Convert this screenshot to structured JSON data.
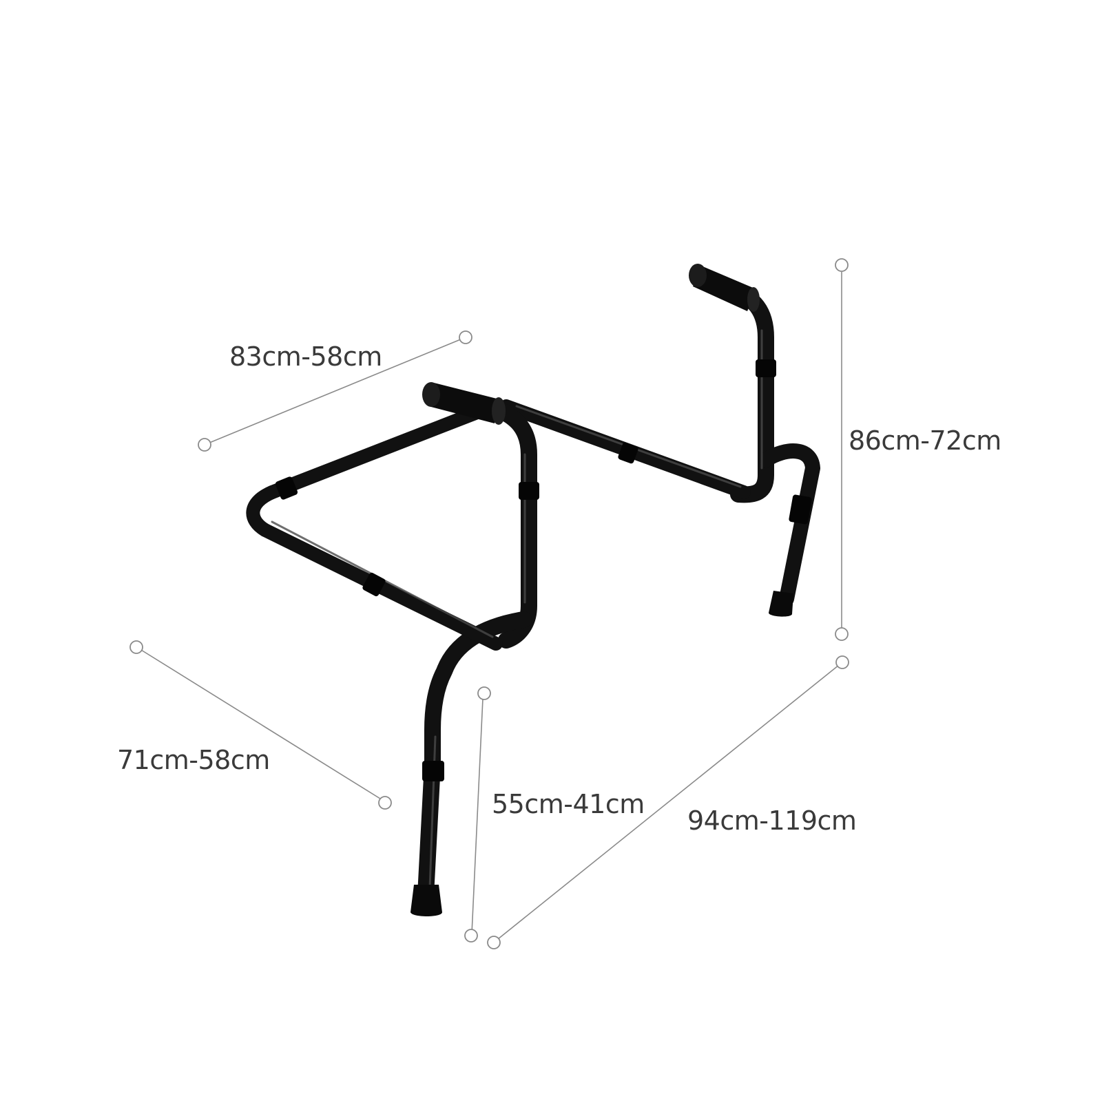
{
  "dimensions": {
    "depth_top": "83cm-58cm",
    "handle_height": "86cm-72cm",
    "depth_bottom": "71cm-58cm",
    "leg_height": "55cm-41cm",
    "width": "94cm-119cm"
  },
  "colors": {
    "frame": "#111111",
    "frame_highlight": "#4a4a4a",
    "dimension_line": "#8a8a8a",
    "label_text": "#3a3a3a",
    "background": "#ffffff"
  },
  "icons": {
    "endpoint": "circle-marker-icon"
  }
}
